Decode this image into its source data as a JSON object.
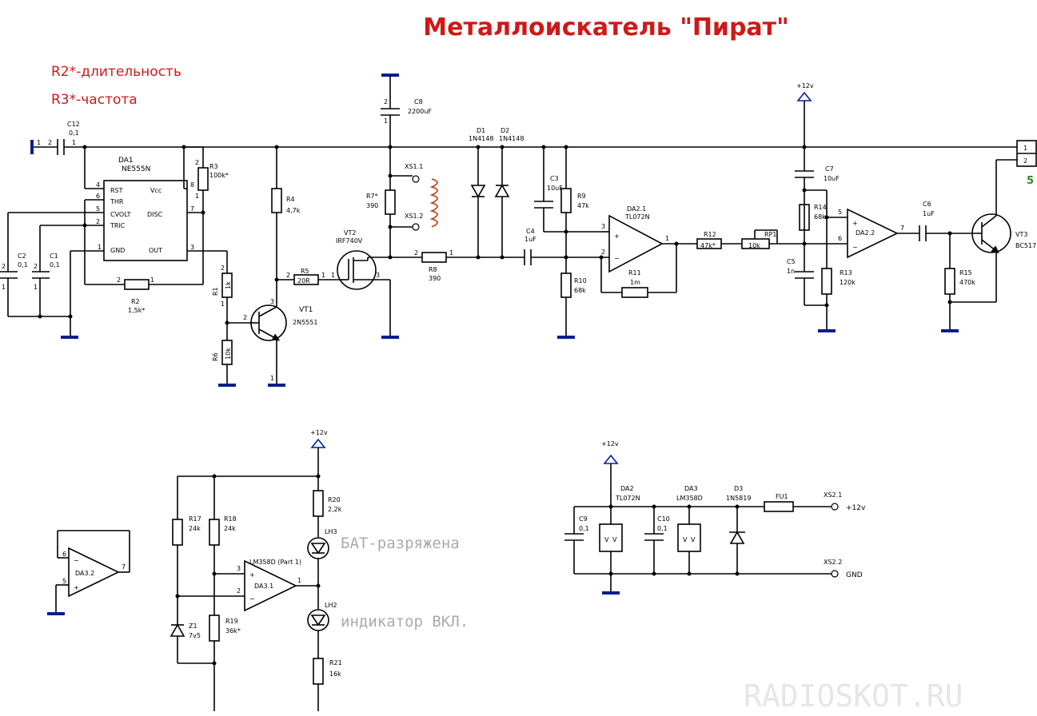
{
  "title": "Металлоискатель \"Пират\"",
  "notes": {
    "r2": "R2*-длительность",
    "r3": "R3*-частота"
  },
  "watermark": "RADIOSKOT.RU",
  "annotations": {
    "lh3": "БАТ-разряжена",
    "lh2": "индикатор ВКЛ."
  },
  "power": {
    "v12": "+12v",
    "v12_out": "+12v",
    "gnd_out": "GND"
  },
  "parts": {
    "c12": {
      "ref": "C12",
      "val": "0,1"
    },
    "da1": {
      "ref": "DA1",
      "val": "NE555N"
    },
    "r3": {
      "ref": "R3",
      "val": "100k*"
    },
    "c2": {
      "ref": "C2",
      "val": "0,1"
    },
    "c1": {
      "ref": "C1",
      "val": "0,1"
    },
    "r2": {
      "ref": "R2",
      "val": "1,5k*"
    },
    "r1": {
      "ref": "R1",
      "val": "1k"
    },
    "r6": {
      "ref": "R6",
      "val": "10k"
    },
    "r4": {
      "ref": "R4",
      "val": "4,7k"
    },
    "r5": {
      "ref": "R5",
      "val": "20R"
    },
    "vt1": {
      "ref": "VT1",
      "val": "2N5551"
    },
    "c8": {
      "ref": "C8",
      "val": "2200uF"
    },
    "r7": {
      "ref": "R7*",
      "val": "390"
    },
    "vt2": {
      "ref": "VT2",
      "val": "IRF740V"
    },
    "xs11": {
      "ref": "XS1.1"
    },
    "xs12": {
      "ref": "XS1.2"
    },
    "r8": {
      "ref": "R8",
      "val": "390"
    },
    "d1": {
      "ref": "D1",
      "val": "1N4148"
    },
    "d2": {
      "ref": "D2",
      "val": "1N4148"
    },
    "c3": {
      "ref": "C3",
      "val": "10uF"
    },
    "c4": {
      "ref": "C4",
      "val": "1uF"
    },
    "r9": {
      "ref": "R9",
      "val": "47k"
    },
    "r10": {
      "ref": "R10",
      "val": "68k"
    },
    "da21": {
      "ref": "DA2.1",
      "val": "TL072N"
    },
    "r11": {
      "ref": "R11",
      "val": "1m"
    },
    "r12": {
      "ref": "R12",
      "val": "47k*"
    },
    "rp1": {
      "ref": "RP1",
      "val": "10k"
    },
    "c7": {
      "ref": "C7",
      "val": "10uF"
    },
    "r14": {
      "ref": "R14",
      "val": "68k"
    },
    "c5": {
      "ref": "C5",
      "val": "1n"
    },
    "r13": {
      "ref": "R13",
      "val": "120k"
    },
    "da22": {
      "ref": "DA2.2"
    },
    "c6": {
      "ref": "C6",
      "val": "1uF"
    },
    "r15": {
      "ref": "R15",
      "val": "470k"
    },
    "vt3": {
      "ref": "VT3",
      "val": "BC517"
    },
    "conn5": {
      "ref": "5"
    },
    "da32": {
      "ref": "DA3.2"
    },
    "r17": {
      "ref": "R17",
      "val": "24k"
    },
    "r18": {
      "ref": "R18",
      "val": "24k"
    },
    "r19": {
      "ref": "R19",
      "val": "36k*"
    },
    "z1": {
      "ref": "Z1",
      "val": "7v5"
    },
    "da31": {
      "ref": "DA3.1",
      "val": "LM358D (Part 1)"
    },
    "r20": {
      "ref": "R20",
      "val": "2,2k"
    },
    "r21": {
      "ref": "R21",
      "val": "16k"
    },
    "lh3": {
      "ref": "LH3"
    },
    "lh2": {
      "ref": "LH2"
    },
    "c9": {
      "ref": "C9",
      "val": "0,1"
    },
    "c10": {
      "ref": "C10",
      "val": "0,1"
    },
    "da2": {
      "ref": "DA2",
      "val": "TL072N"
    },
    "da3": {
      "ref": "DA3",
      "val": "LM358D"
    },
    "d3": {
      "ref": "D3",
      "val": "1N5819"
    },
    "fu1": {
      "ref": "FU1"
    },
    "xs21": {
      "ref": "XS2.1"
    },
    "xs22": {
      "ref": "XS2.2"
    }
  },
  "ne555_pins": {
    "rst": "RST",
    "thr": "THR",
    "cvolt": "CVOLT",
    "tric": "TRIC",
    "gnd": "GND",
    "vcc": "Vcc",
    "disc": "DISC",
    "out": "OUT"
  }
}
